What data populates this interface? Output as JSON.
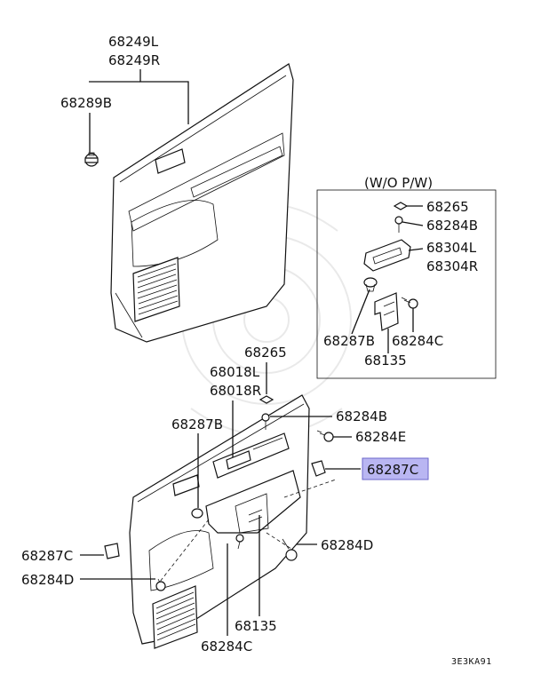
{
  "diagram": {
    "part_labels": {
      "p68249L": "68249L",
      "p68249R": "68249R",
      "p68289B": "68289B",
      "wo_pw": "(W/O  P/W)",
      "p68265_box": "68265",
      "p68284B_box": "68284B",
      "p68304L": "68304L",
      "p68304R": "68304R",
      "p68287B_box": "68287B",
      "p68284C_box": "68284C",
      "p68135_box": "68135",
      "p68265": "68265",
      "p68018L": "68018L",
      "p68018R": "68018R",
      "p68287B": "68287B",
      "p68284B": "68284B",
      "p68284E": "68284E",
      "p68287C_highlight": "68287C",
      "p68287C_left": "68287C",
      "p68284D_left": "68284D",
      "p68284D_right": "68284D",
      "p68135": "68135",
      "p68284C": "68284C"
    },
    "diagram_code": "3E3KA91",
    "highlight_color": "#b9b6f2"
  }
}
